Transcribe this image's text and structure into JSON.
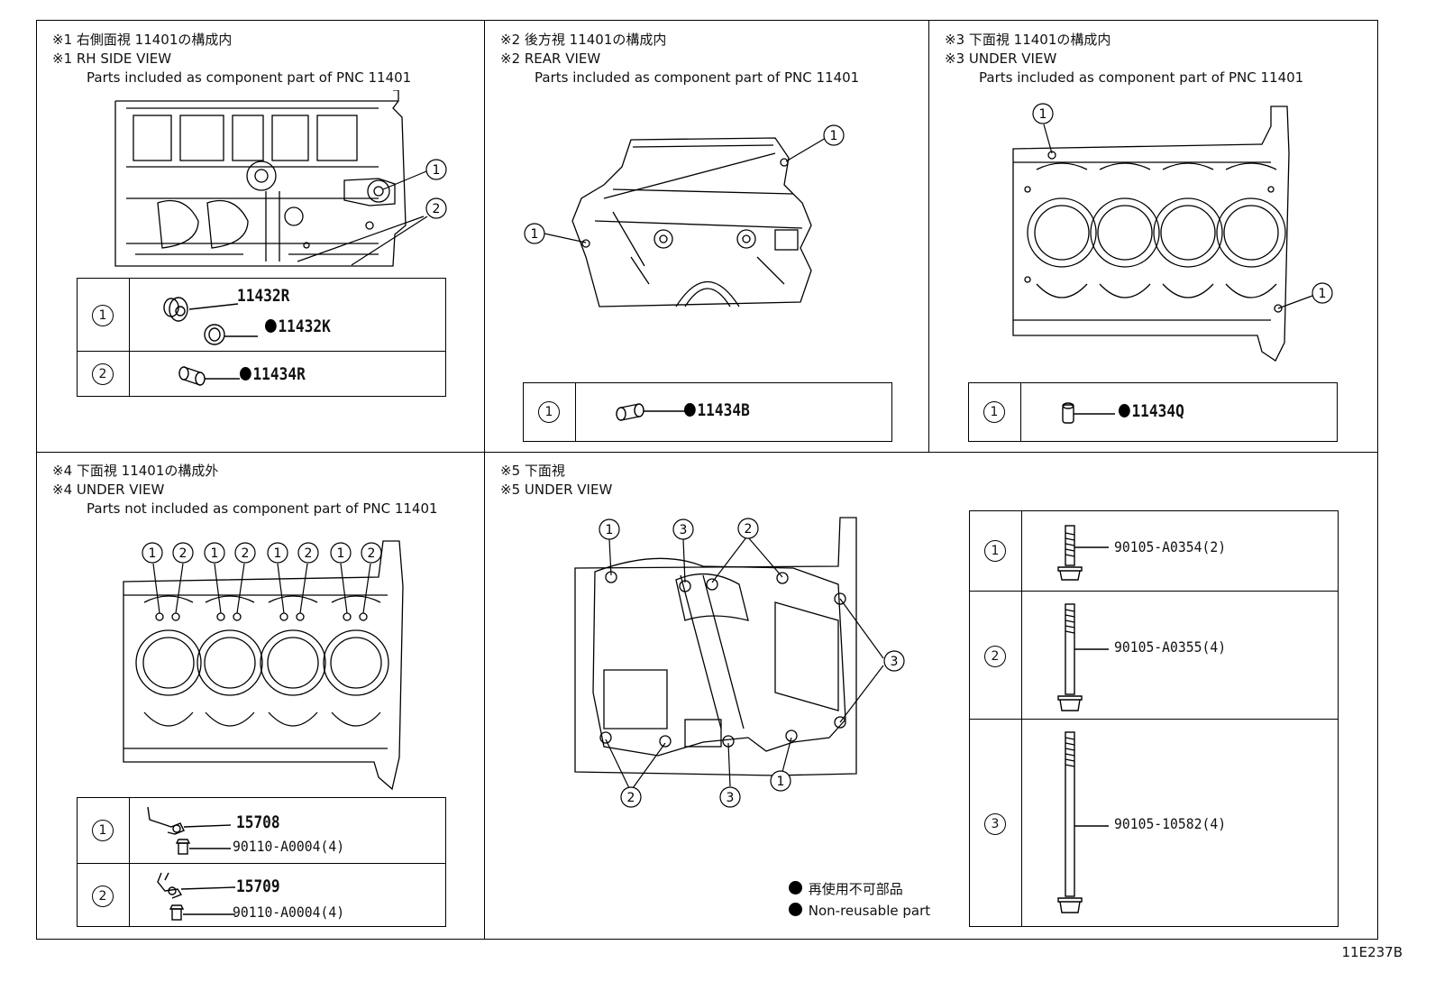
{
  "panels": [
    {
      "jp": "※1 右側面視 11401の構成内",
      "en": "※1 RH SIDE VIEW",
      "note": "Parts included as component part of PNC 11401",
      "rows": [
        {
          "num": "1",
          "parts": [
            {
              "label": "11432R",
              "nonreusable": false
            },
            {
              "label": "11432K",
              "nonreusable": true
            }
          ]
        },
        {
          "num": "2",
          "parts": [
            {
              "label": "11434R",
              "nonreusable": true
            }
          ]
        }
      ]
    },
    {
      "jp": "※2 後方視 11401の構成内",
      "en": "※2 REAR VIEW",
      "note": "Parts included as component part of PNC 11401",
      "rows": [
        {
          "num": "1",
          "parts": [
            {
              "label": "11434B",
              "nonreusable": true
            }
          ]
        }
      ]
    },
    {
      "jp": "※3 下面視 11401の構成内",
      "en": "※3 UNDER VIEW",
      "note": "Parts included as component part of PNC 11401",
      "rows": [
        {
          "num": "1",
          "parts": [
            {
              "label": "11434Q",
              "nonreusable": true
            }
          ]
        }
      ]
    },
    {
      "jp": "※4 下面視 11401の構成外",
      "en": "※4 UNDER VIEW",
      "note": "Parts not included as component part of PNC 11401",
      "rows": [
        {
          "num": "1",
          "parts": [
            {
              "label": "15708",
              "nonreusable": false
            },
            {
              "label": "90110-A0004(4)",
              "nonreusable": false
            }
          ]
        },
        {
          "num": "2",
          "parts": [
            {
              "label": "15709",
              "nonreusable": false
            },
            {
              "label": "90110-A0004(4)",
              "nonreusable": false
            }
          ]
        }
      ]
    },
    {
      "jp": "※5 下面視",
      "en": "※5 UNDER VIEW",
      "rows": [
        {
          "num": "1",
          "parts": [
            {
              "label": "90105-A0354(2)",
              "nonreusable": false
            }
          ]
        },
        {
          "num": "2",
          "parts": [
            {
              "label": "90105-A0355(4)",
              "nonreusable": false
            }
          ]
        },
        {
          "num": "3",
          "parts": [
            {
              "label": "90105-10582(4)",
              "nonreusable": false
            }
          ]
        }
      ]
    }
  ],
  "callouts": {
    "one": "1",
    "two": "2",
    "three": "3"
  },
  "legend": {
    "jp": "再使用不可部品",
    "en": "Non-reusable part"
  },
  "drawing_code": "11E237B"
}
